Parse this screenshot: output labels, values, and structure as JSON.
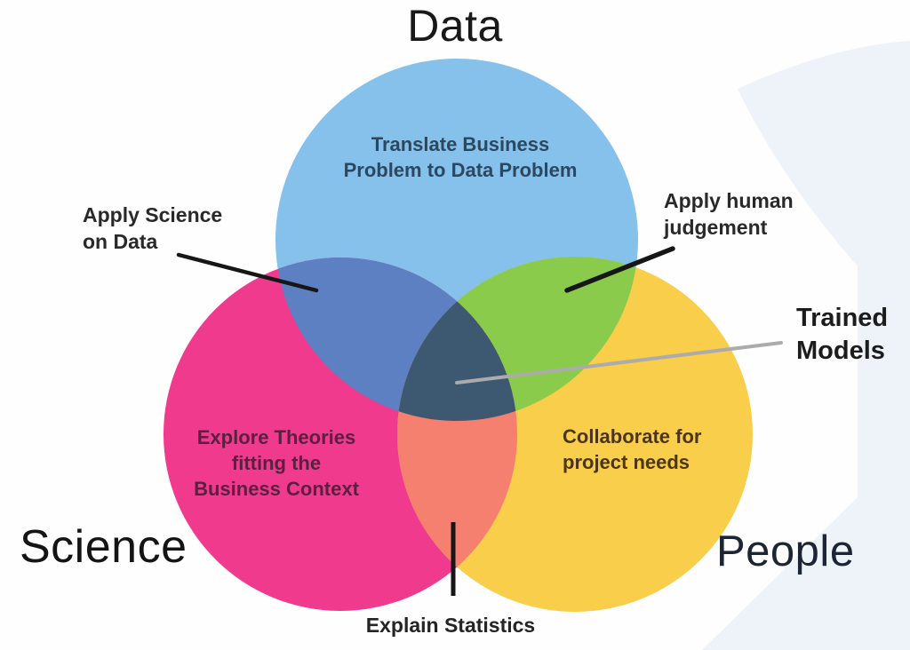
{
  "diagram": {
    "type": "venn",
    "titles": {
      "top": "Data",
      "bottom_left": "Science",
      "bottom_right": "People"
    },
    "region_labels": {
      "data": "Translate Business\nProblem to Data Problem",
      "data_science": "Apply Science\non Data",
      "data_people": "Apply human\njudgement",
      "center": "Trained\nModels",
      "science": "Explore Theories\nfitting the\nBusiness Context",
      "people": "Collaborate for\nproject needs",
      "science_people": "Explain Statistics"
    },
    "colors": {
      "data_circle": "#85C1EA",
      "science_circle": "#F03A8E",
      "people_circle": "#F8CE4B",
      "data_science_overlap": "#5C80C2",
      "data_people_overlap": "#8BCB4B",
      "science_people_overlap": "#F5806F",
      "center_overlap": "#3D5871",
      "leader_line_dark": "#161616",
      "leader_line_gray": "#ABABAB",
      "background_watermark": "#EDF3F8"
    }
  }
}
